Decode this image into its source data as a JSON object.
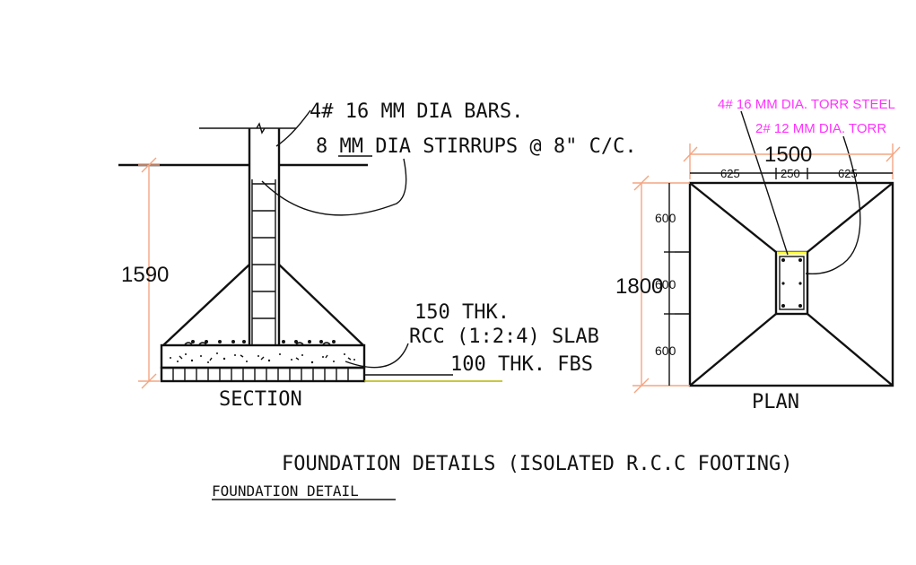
{
  "colors": {
    "line": "#111111",
    "dimension": "#f4a582",
    "annotation_magenta": "#ff33ff",
    "ground_yellow": "#b5b500",
    "column_highlight": "#ffff33"
  },
  "section": {
    "label": "SECTION",
    "height_dim": "1590",
    "note_bars": "4# 16 MM DIA BARS.",
    "note_stirrups": "8 MM DIA STIRRUPS @ 8\" C/C.",
    "note_slab_1": "150 THK.",
    "note_slab_2": "RCC (1:2:4) SLAB",
    "note_fbs": "100 THK. FBS"
  },
  "plan": {
    "label": "PLAN",
    "width_dim": "1500",
    "width_parts": [
      "625",
      "250",
      "625"
    ],
    "height_dim": "1800",
    "height_parts": [
      "600",
      "600",
      "600"
    ],
    "note_torr_16": "4# 16 MM DIA. TORR STEEL",
    "note_torr_12": "2# 12 MM DIA. TORR"
  },
  "title": "FOUNDATION DETAILS (ISOLATED R.C.C FOOTING)",
  "subtitle": "FOUNDATION  DETAIL"
}
